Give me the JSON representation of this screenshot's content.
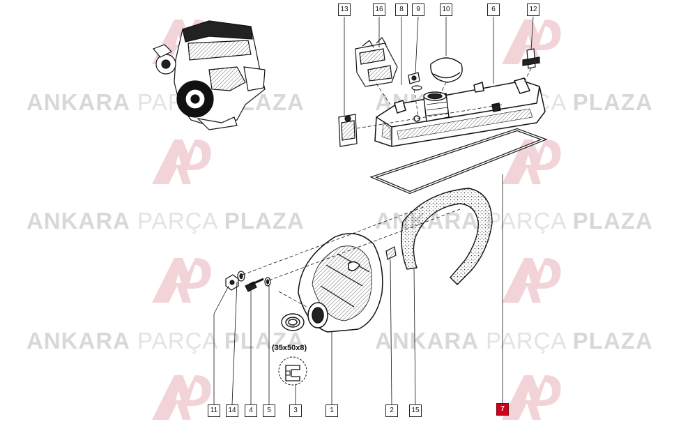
{
  "watermark": {
    "brand_a": "ANKARA",
    "brand_b": "PARÇA",
    "brand_c": "PLAZA",
    "logo_color": "#d0021b"
  },
  "diagram": {
    "dimension_label": "(35x50x8)",
    "highlight_color": "#d0021b",
    "callouts": [
      {
        "id": "callout-13",
        "label": "13"
      },
      {
        "id": "callout-16",
        "label": "16"
      },
      {
        "id": "callout-8",
        "label": "8"
      },
      {
        "id": "callout-9",
        "label": "9"
      },
      {
        "id": "callout-10",
        "label": "10"
      },
      {
        "id": "callout-6",
        "label": "6"
      },
      {
        "id": "callout-12",
        "label": "12"
      },
      {
        "id": "callout-11",
        "label": "11"
      },
      {
        "id": "callout-14",
        "label": "14"
      },
      {
        "id": "callout-4",
        "label": "4"
      },
      {
        "id": "callout-5",
        "label": "5"
      },
      {
        "id": "callout-3",
        "label": "3"
      },
      {
        "id": "callout-1",
        "label": "1"
      },
      {
        "id": "callout-2",
        "label": "2"
      },
      {
        "id": "callout-15",
        "label": "15"
      },
      {
        "id": "callout-7",
        "label": "7",
        "highlighted": true
      }
    ]
  }
}
